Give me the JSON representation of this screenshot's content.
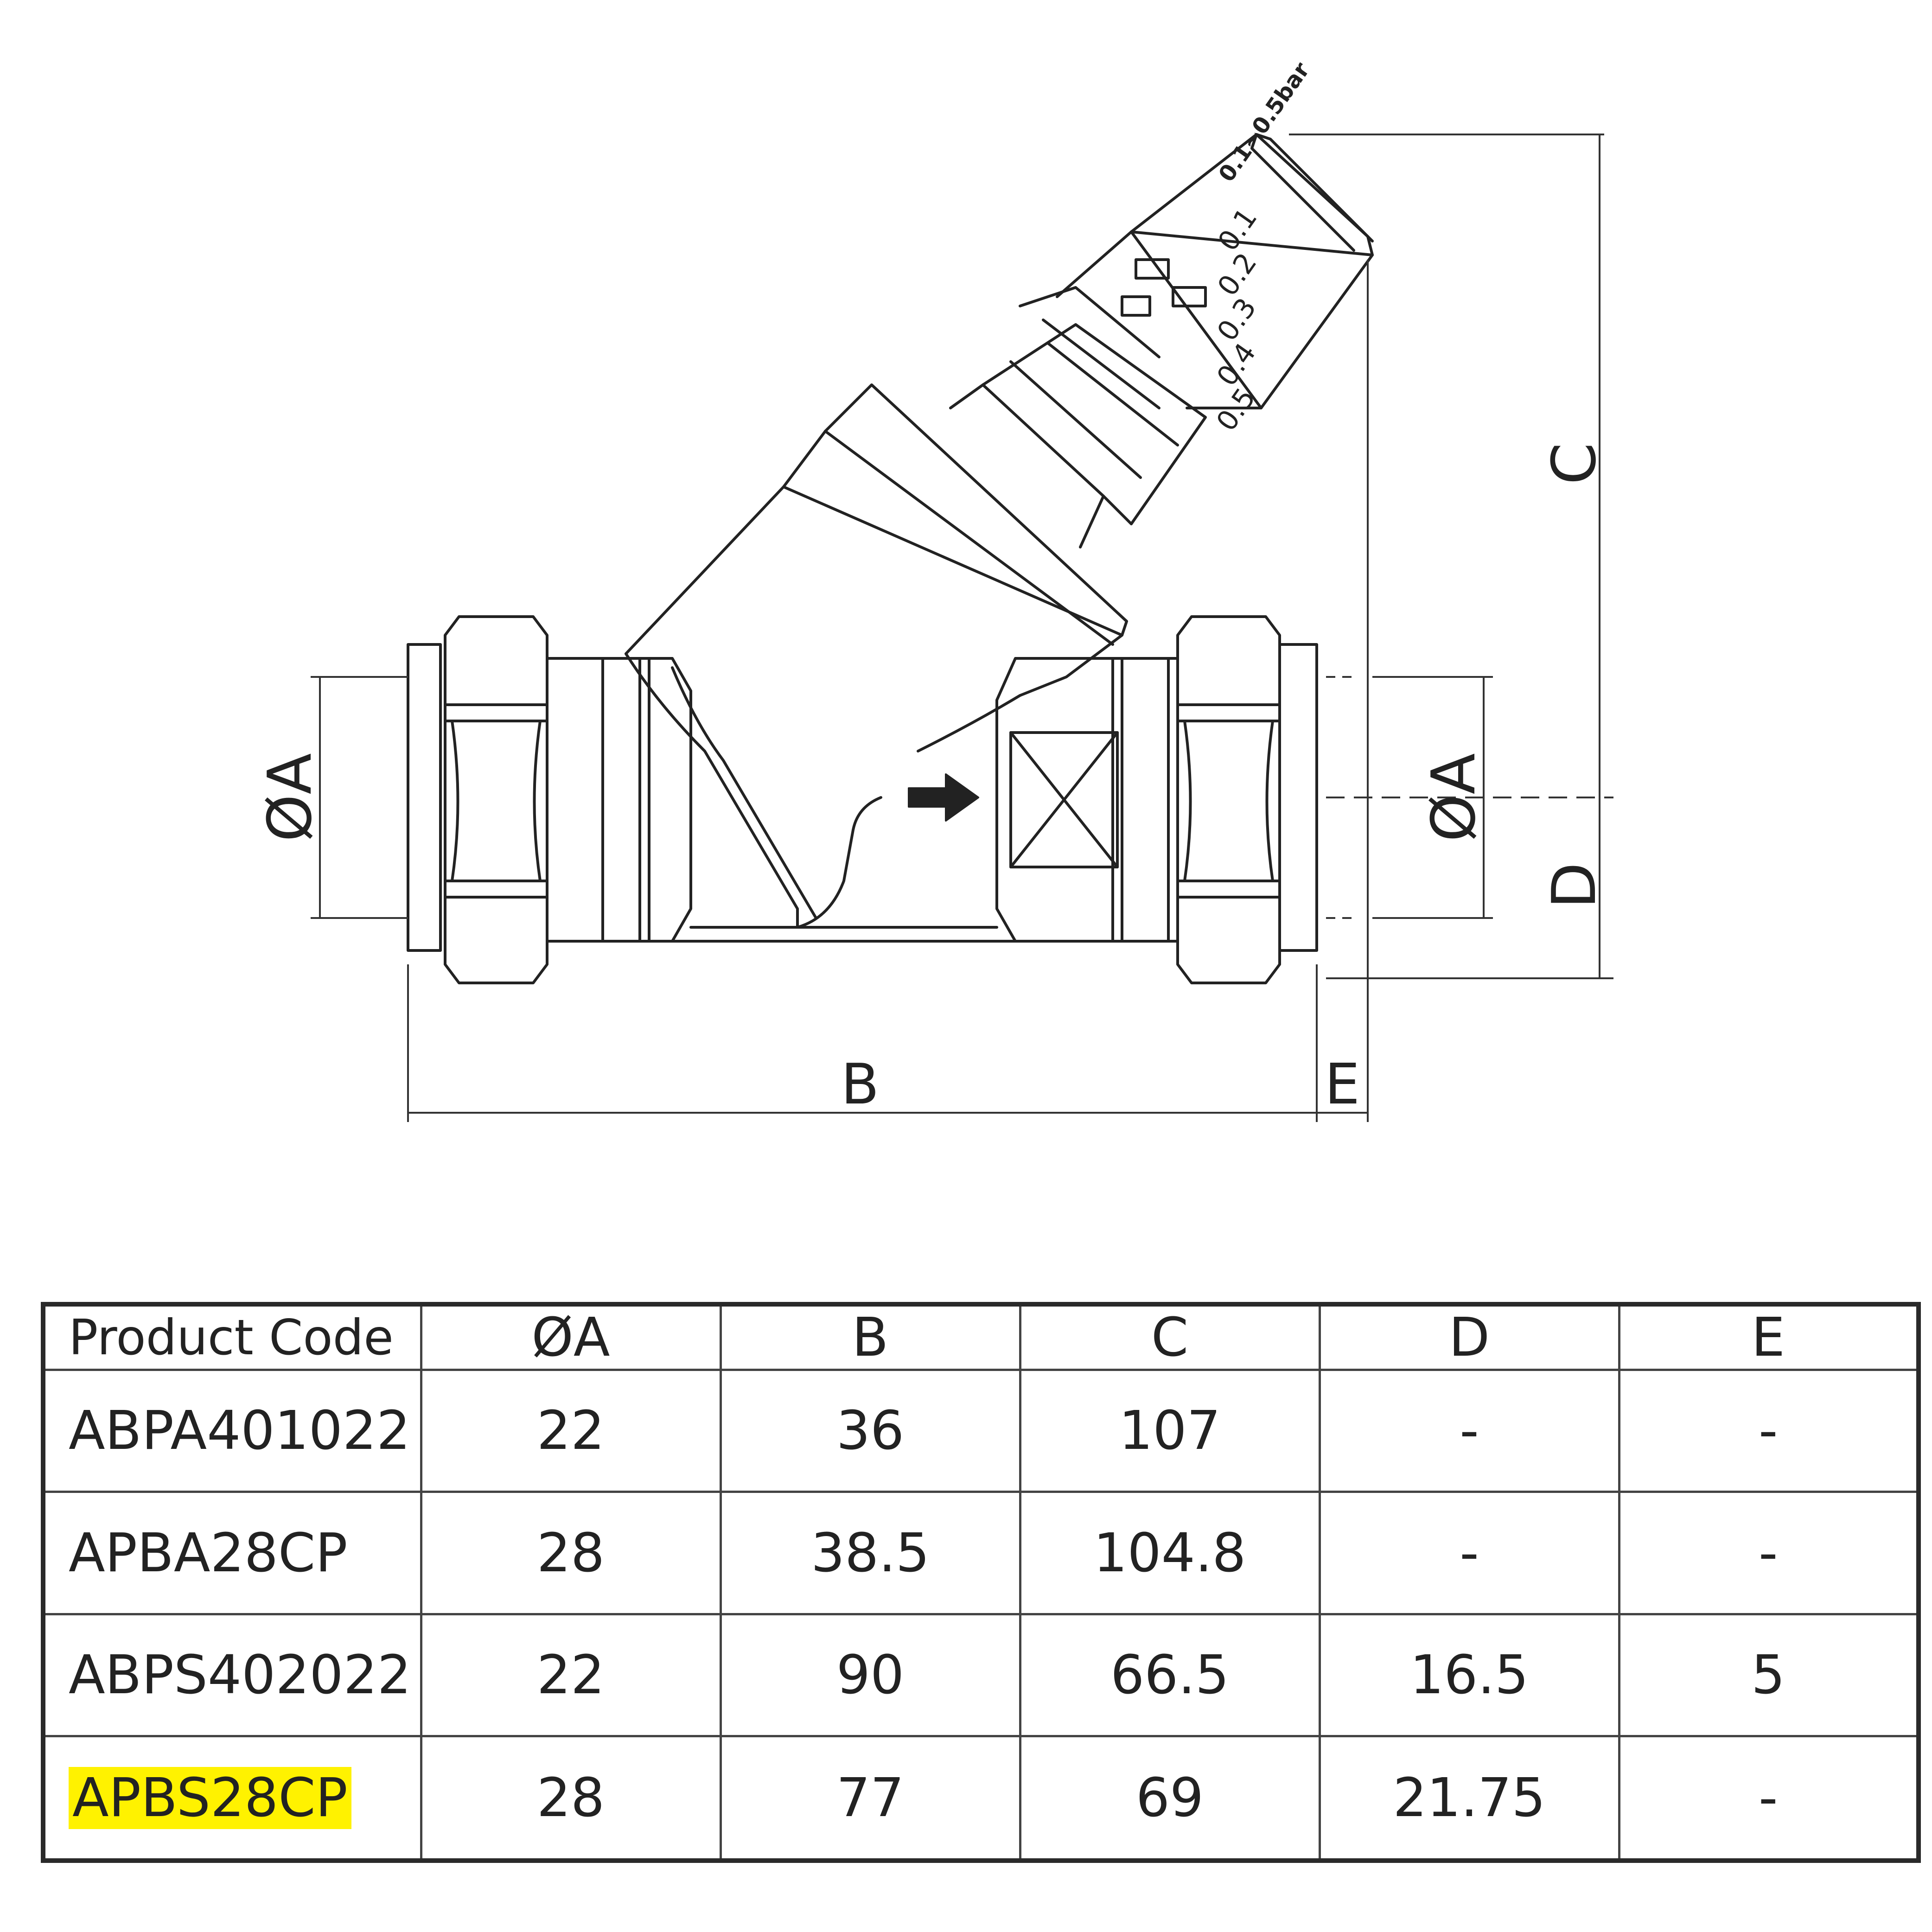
{
  "diagram": {
    "labels": {
      "dia_left": "ØA",
      "dia_right": "ØA",
      "b": "B",
      "c": "C",
      "d": "D",
      "e": "E"
    },
    "gauge_scale": {
      "header": "0.1~0.5bar",
      "ticks": [
        "0.1",
        "0.2",
        "0.3",
        "0.4",
        "0.5"
      ]
    }
  },
  "table": {
    "headers": [
      "Product Code",
      "ØA",
      "B",
      "C",
      "D",
      "E"
    ],
    "rows": [
      [
        "ABPA401022",
        "22",
        "36",
        "107",
        "-",
        "-"
      ],
      [
        "APBA28CP",
        "28",
        "38.5",
        "104.8",
        "-",
        "-"
      ],
      [
        "ABPS402022",
        "22",
        "90",
        "66.5",
        "16.5",
        "5"
      ],
      [
        "APBS28CP",
        "28",
        "77",
        "69",
        "21.75",
        "-"
      ]
    ],
    "highlighted_row_index": 3,
    "highlight_color": "#fff200"
  }
}
